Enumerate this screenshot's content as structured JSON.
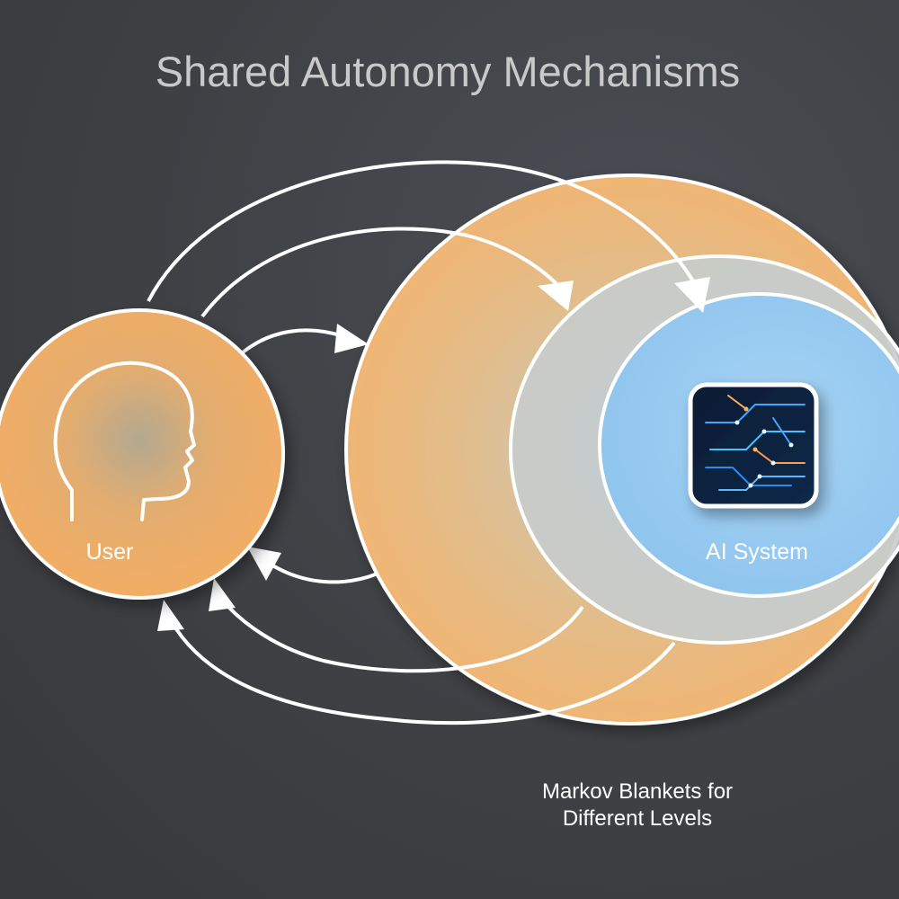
{
  "title": "Shared Autonomy Mechanisms",
  "user": {
    "label": "User",
    "icon": "head-profile-icon"
  },
  "ai": {
    "label": "AI System",
    "icon": "circuit-board-icon"
  },
  "caption": {
    "line1": "Markov Blankets for",
    "line2": "Different Levels"
  },
  "colors": {
    "background": "#3f4145",
    "orange": "#f3b36d",
    "grey_blue": "#c4ccd1",
    "light_blue": "#9ccbee",
    "stroke": "#ffffff"
  }
}
